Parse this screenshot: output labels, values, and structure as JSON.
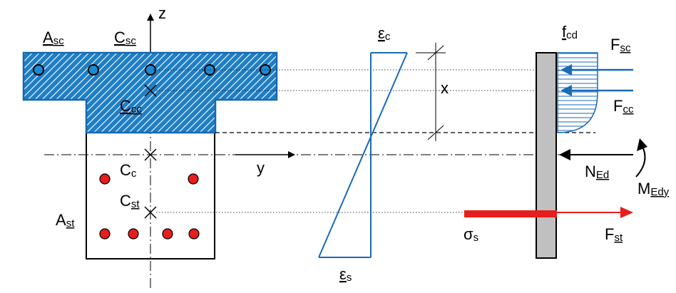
{
  "colors": {
    "concrete_fill": "#1f7fc4",
    "concrete_stroke": "#1668b0",
    "rebar_top": "#1a8ad4",
    "rebar_bottom": "#e61e1e",
    "stress_block": "#1a6bb8",
    "steel_force": "#e61e1e",
    "support_fill": "#c0c0c0"
  },
  "labels": {
    "z_axis": "z",
    "y_axis": "y",
    "asc": {
      "main": "A",
      "sub": "sc"
    },
    "csc": {
      "main": "C",
      "sub": "sc"
    },
    "ccc": {
      "main": "C",
      "sub": "cc"
    },
    "cc": {
      "main": "C",
      "sub": "c"
    },
    "cst": {
      "main": "C",
      "sub": "st"
    },
    "ast": {
      "main": "A",
      "sub": "st"
    },
    "eps_c": {
      "main": "ε",
      "sub": "c"
    },
    "eps_s": {
      "main": "ε",
      "sub": "s"
    },
    "x": "x",
    "fcd": {
      "main": "f",
      "sub": "cd"
    },
    "fsc": {
      "main": "F",
      "sub": "sc"
    },
    "fcc": {
      "main": "F",
      "sub": "cc"
    },
    "ned": {
      "main": "N",
      "sub": "Ed"
    },
    "medy": {
      "main": "M",
      "sub": "Edy"
    },
    "sigma_s": {
      "main": "σ",
      "sub": "s"
    },
    "fst": {
      "main": "F",
      "sub": "st"
    }
  }
}
